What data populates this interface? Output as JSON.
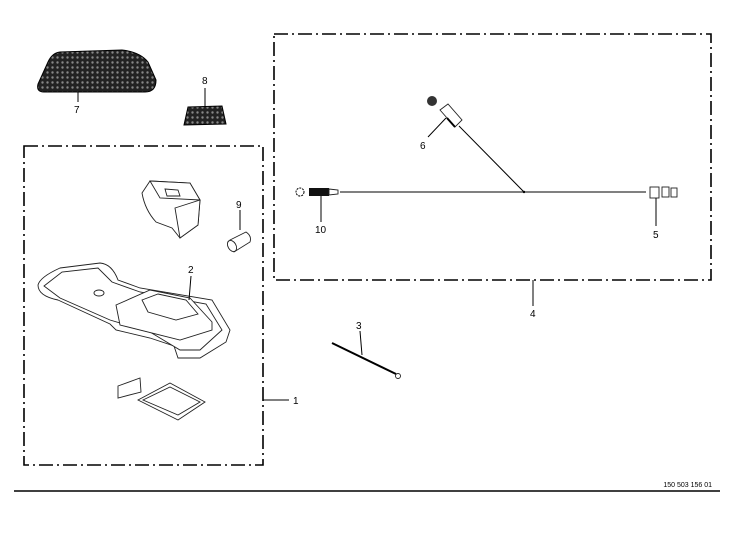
{
  "diagram": {
    "callouts": {
      "p1": "1",
      "p2": "2",
      "p3": "3",
      "p4": "4",
      "p5": "5",
      "p6": "6",
      "p7": "7",
      "p8": "8",
      "p9": "9",
      "p10": "10"
    },
    "drawing_number": "150 503 156 01"
  }
}
